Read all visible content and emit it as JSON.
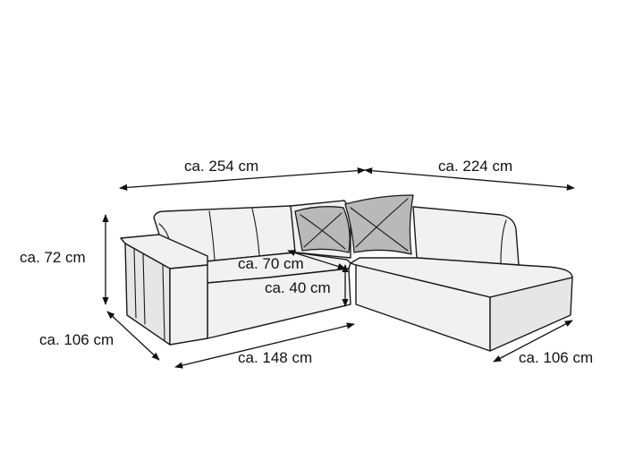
{
  "dimensions": {
    "total_width_left": "ca. 254 cm",
    "total_width_right": "ca. 224 cm",
    "height": "ca. 72 cm",
    "depth_left": "ca. 106 cm",
    "seat_width": "ca. 148 cm",
    "seat_depth": "ca. 70 cm",
    "seat_height": "ca. 40 cm",
    "depth_right": "ca. 106 cm"
  },
  "colors": {
    "outline": "#1a1a1a",
    "upholstery": "#f1f1f1",
    "pillow": "#b9b9b9"
  }
}
